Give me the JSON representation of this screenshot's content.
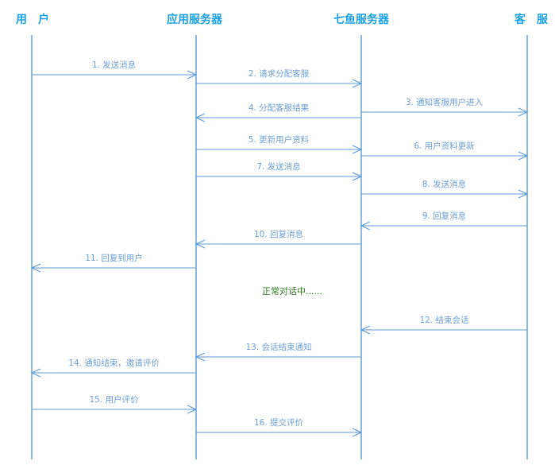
{
  "actors": [
    {
      "id": "user",
      "label": "用　户"
    },
    {
      "id": "app",
      "label": "应用服务器"
    },
    {
      "id": "qiyu",
      "label": "七鱼服务器"
    },
    {
      "id": "cs",
      "label": "客　服"
    }
  ],
  "messages": [
    {
      "label": "1. 发送消息",
      "from": "user",
      "to": "app"
    },
    {
      "label": "2. 请求分配客服",
      "from": "app",
      "to": "qiyu"
    },
    {
      "label": "4. 分配客服结果",
      "from": "qiyu",
      "to": "app"
    },
    {
      "label": "3. 通知客服用户进入",
      "from": "qiyu",
      "to": "cs"
    },
    {
      "label": "5. 更新用户资料",
      "from": "app",
      "to": "qiyu"
    },
    {
      "label": "6. 用户资料更新",
      "from": "qiyu",
      "to": "cs"
    },
    {
      "label": "7. 发送消息",
      "from": "app",
      "to": "qiyu"
    },
    {
      "label": "8. 发送消息",
      "from": "qiyu",
      "to": "cs"
    },
    {
      "label": "9. 回复消息",
      "from": "cs",
      "to": "qiyu"
    },
    {
      "label": "10. 回复消息",
      "from": "qiyu",
      "to": "app"
    },
    {
      "label": "11. 回复到用户",
      "from": "app",
      "to": "user"
    },
    {
      "label": "12. 结束会话",
      "from": "cs",
      "to": "qiyu"
    },
    {
      "label": "13. 会话结束通知",
      "from": "qiyu",
      "to": "app"
    },
    {
      "label": "14. 通知结束，邀请评价",
      "from": "app",
      "to": "user"
    },
    {
      "label": "15. 用户评价",
      "from": "user",
      "to": "app"
    },
    {
      "label": "16. 提交评价",
      "from": "app",
      "to": "qiyu"
    }
  ],
  "note": {
    "label": "正常对话中......"
  },
  "colors": {
    "actor": "#1aa0e6",
    "line": "#5b9bd5",
    "text": "#6b9fd4",
    "note": "#2e7d1a"
  }
}
